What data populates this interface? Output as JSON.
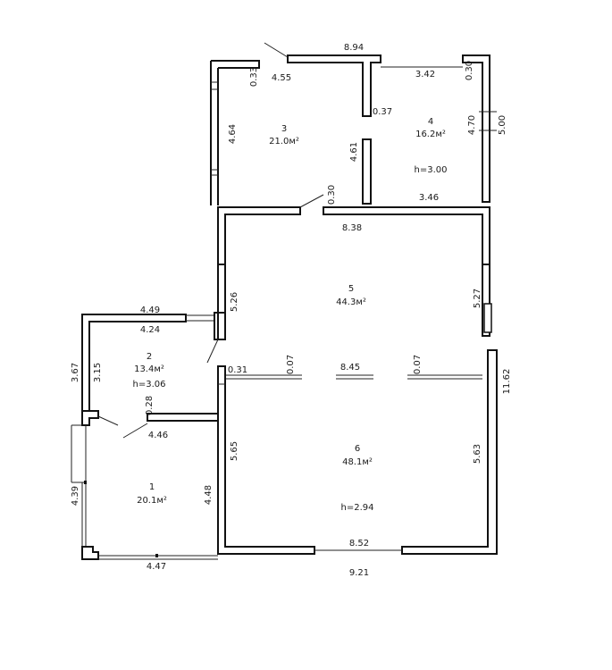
{
  "rooms": [
    {
      "id": "1",
      "area": "20.1м²"
    },
    {
      "id": "2",
      "area": "13.4м²",
      "height": "h=3.06"
    },
    {
      "id": "3",
      "area": "21.0м²"
    },
    {
      "id": "4",
      "area": "16.2м²",
      "height": "h=3.00"
    },
    {
      "id": "5",
      "area": "44.3м²"
    },
    {
      "id": "6",
      "area": "48.1м²",
      "height": "h=2.94"
    }
  ],
  "dimensions": {
    "d894": "8.94",
    "d455": "4.55",
    "d033": "0.33",
    "d342": "3.42",
    "d030a": "0.30",
    "d464": "4.64",
    "d037": "0.37",
    "d470": "4.70",
    "d500": "5.00",
    "d461": "4.61",
    "d030b": "0.30",
    "d346": "3.46",
    "d838": "8.38",
    "d526": "5.26",
    "d527": "5.27",
    "d449": "4.49",
    "d424": "4.24",
    "d367": "3.67",
    "d315": "3.15",
    "d031": "0.31",
    "d007a": "0.07",
    "d845": "8.45",
    "d007b": "0.07",
    "d1162": "11.62",
    "d028": "0.28",
    "d446": "4.46",
    "d565": "5.65",
    "d563": "5.63",
    "d448": "4.48",
    "d439": "4.39",
    "d852": "8.52",
    "d447": "4.47",
    "d921": "9.21"
  }
}
